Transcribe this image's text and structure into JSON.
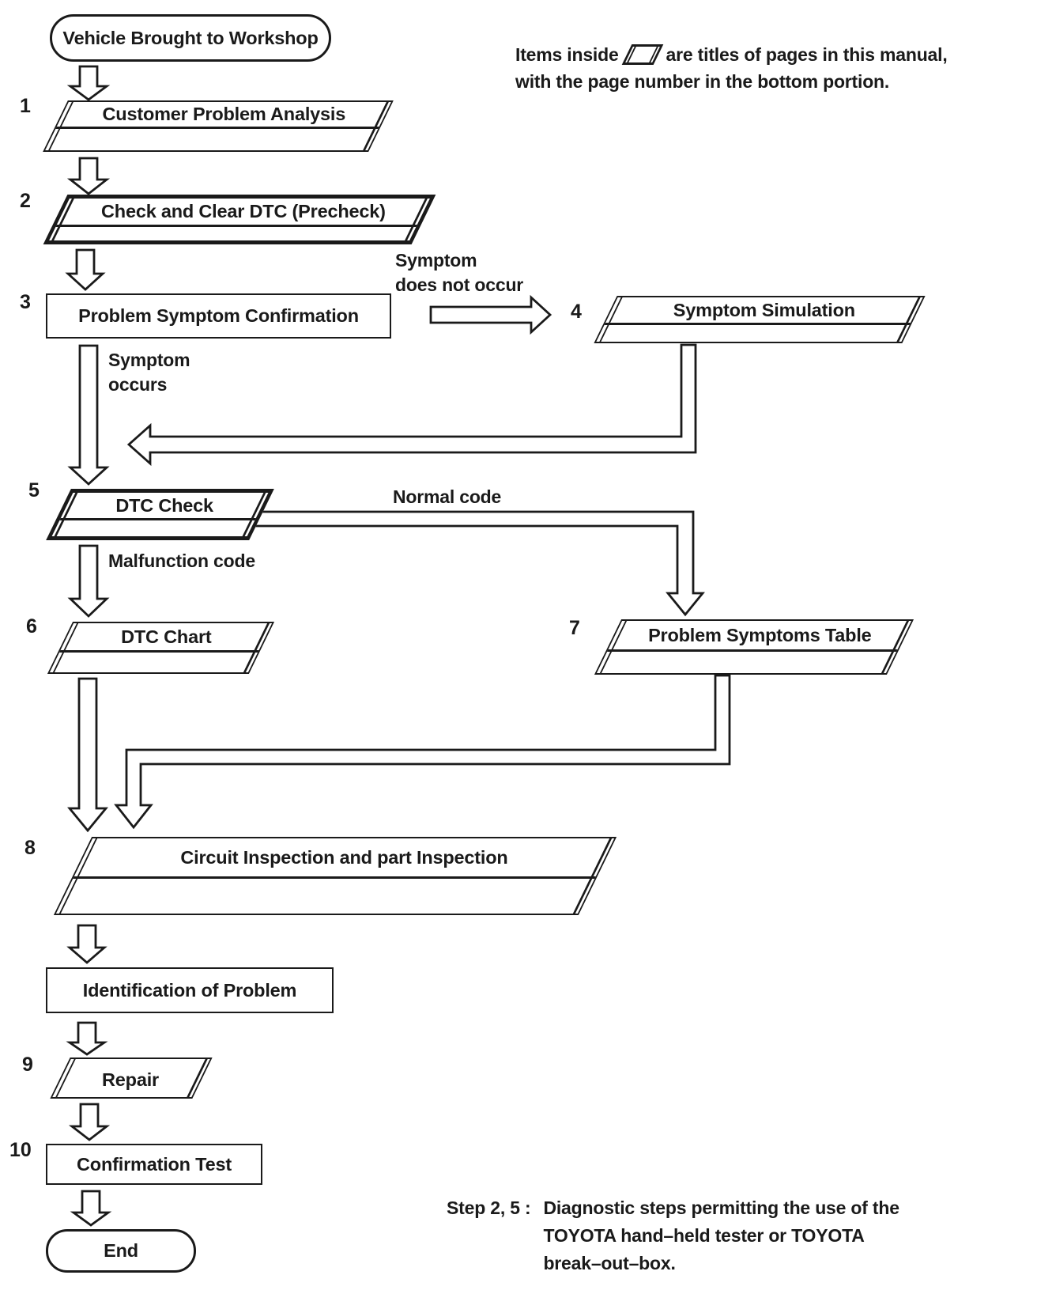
{
  "note": {
    "line1_before": "Items inside",
    "line1_after": "are titles of pages in this manual,",
    "line2": "with the page number in the bottom portion."
  },
  "flow": {
    "start_label": "Vehicle Brought to Workshop",
    "end_label": "End",
    "identification_label": "Identification of Problem",
    "steps": [
      {
        "num": "1",
        "label": "Customer Problem Analysis"
      },
      {
        "num": "2",
        "label": "Check and Clear DTC (Precheck)"
      },
      {
        "num": "3",
        "label": "Problem Symptom Confirmation"
      },
      {
        "num": "4",
        "label": "Symptom Simulation"
      },
      {
        "num": "5",
        "label": "DTC Check"
      },
      {
        "num": "6",
        "label": "DTC Chart"
      },
      {
        "num": "7",
        "label": "Problem Symptoms Table"
      },
      {
        "num": "8",
        "label": "Circuit Inspection and part Inspection"
      },
      {
        "num": "9",
        "label": "Repair"
      },
      {
        "num": "10",
        "label": "Confirmation Test"
      }
    ],
    "edge_labels": {
      "symptom_does_not_occur": [
        "Symptom",
        "does not occur"
      ],
      "symptom_occurs": [
        "Symptom",
        "occurs"
      ],
      "normal_code": "Normal code",
      "malfunction_code": "Malfunction code"
    }
  },
  "footnote": {
    "label": "Step 2, 5 :",
    "lines": [
      "Diagnostic steps permitting the use of the",
      "TOYOTA hand–held tester or TOYOTA",
      "break–out–box."
    ]
  },
  "colors": {
    "ink": "#1a1a1a",
    "paper": "#ffffff"
  }
}
